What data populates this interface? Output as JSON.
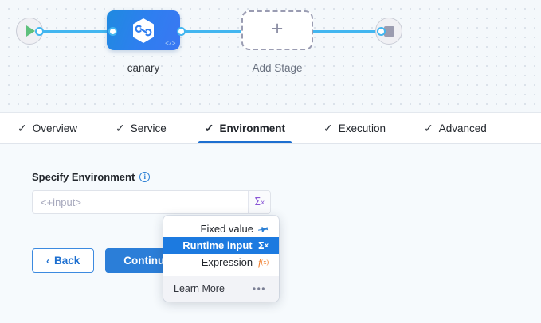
{
  "canvas": {
    "start_node": {
      "icon": "play-icon"
    },
    "end_node": {
      "icon": "stop-icon"
    },
    "stages": [
      {
        "label": "canary",
        "icon": "harness-hexagon-icon",
        "badge": "</>"
      }
    ],
    "add_stage": {
      "label": "Add Stage",
      "icon": "plus-icon"
    }
  },
  "tabs": [
    {
      "label": "Overview",
      "check": "✓",
      "active": false
    },
    {
      "label": "Service",
      "check": "✓",
      "active": false
    },
    {
      "label": "Environment",
      "check": "✓",
      "active": true
    },
    {
      "label": "Execution",
      "check": "✓",
      "active": false
    },
    {
      "label": "Advanced",
      "check": "✓",
      "active": false
    }
  ],
  "form": {
    "field_label": "Specify Environment",
    "info_glyph": "i",
    "input_value": "<+input>",
    "input_placeholder": "<+input>",
    "sigma_label": "Σ",
    "sigma_sup": "x"
  },
  "buttons": {
    "back_label": "Back",
    "back_chevron": "‹",
    "continue_label": "Continue"
  },
  "dropdown": {
    "items": [
      {
        "label": "Fixed value",
        "icon": "pin-icon",
        "glyph": "📌",
        "selected": false
      },
      {
        "label": "Runtime input",
        "icon": "sigma-icon",
        "glyph": "Σ",
        "sup": "x",
        "selected": true
      },
      {
        "label": "Expression",
        "icon": "fx-icon",
        "glyph": "f",
        "sub": "(x)",
        "selected": false
      }
    ],
    "footer": {
      "label": "Learn More",
      "dots": "•••"
    }
  },
  "colors": {
    "accent_blue": "#2b7ed8",
    "active_tab_underline": "#1d6fd0",
    "edge_blue": "#42b6f0",
    "sigma_purple": "#8a56d6",
    "expression_orange": "#f07a25",
    "play_green": "#5ec07c",
    "canvas_bg": "#f4f8fb",
    "body_bg": "#f6fafd"
  }
}
